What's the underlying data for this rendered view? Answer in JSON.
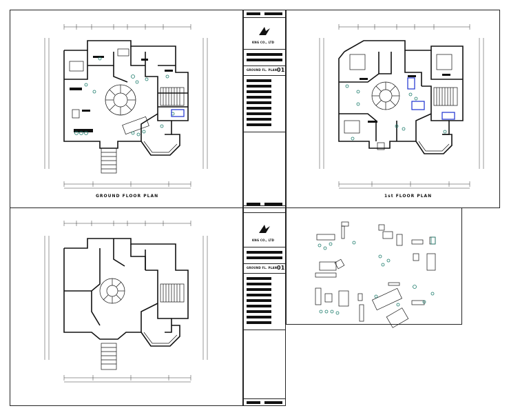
{
  "plans": {
    "ground_label": "GROUND FLOOR PLAN",
    "first_label": "1st FLOOR PLAN"
  },
  "title_block_top": {
    "company": "KNG CO., LTD",
    "drawing_title": "GROUND FL. PLAN",
    "sheet_no": "01"
  },
  "title_block_bottom": {
    "company": "KNG CO., LTD",
    "drawing_title": "GROUND FL. PLAN",
    "sheet_no": "01"
  },
  "colors": {
    "line": "#111111",
    "fixture": "#1a7a6a",
    "highlight": "#1a2fd0"
  }
}
